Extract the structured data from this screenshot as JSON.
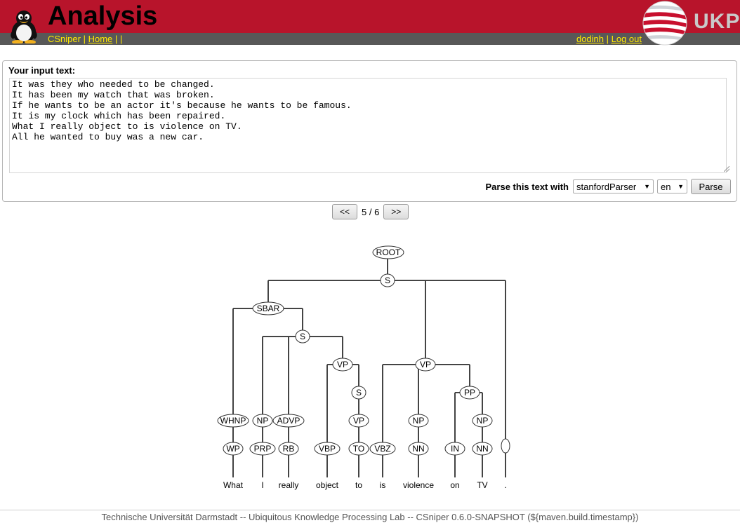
{
  "header": {
    "title": "Analysis",
    "nav": {
      "app": "CSniper",
      "home": "Home",
      "sep1": " | ",
      "sep2": " | |"
    },
    "user": {
      "name": "dodinh",
      "sep": " | ",
      "logout": "Log out"
    },
    "logo_text": "UKP",
    "colors": {
      "banner": "#b8142b",
      "nav_bar": "#585858",
      "link": "#ffea00"
    }
  },
  "input": {
    "label": "Your input text:",
    "value": "It was they who needed to be changed.\nIt has been my watch that was broken.\nIf he wants to be an actor it's because he wants to be famous.\nIt is my clock which has been repaired.\nWhat I really object to is violence on TV.\nAll he wanted to buy was a new car.",
    "parse_label": "Parse this text with",
    "parser": "stanfordParser",
    "language": "en",
    "parse_button": "Parse"
  },
  "pager": {
    "prev": "<<",
    "indicator": "5 / 6",
    "next": ">>"
  },
  "tree": {
    "nodes": [
      {
        "id": "root",
        "label": "ROOT"
      },
      {
        "id": "s1",
        "label": "S"
      },
      {
        "id": "sbar",
        "label": "SBAR"
      },
      {
        "id": "s2",
        "label": "S"
      },
      {
        "id": "vp1",
        "label": "VP"
      },
      {
        "id": "s3",
        "label": "S"
      },
      {
        "id": "vp2",
        "label": "VP"
      },
      {
        "id": "vp3",
        "label": "VP"
      },
      {
        "id": "pp",
        "label": "PP"
      },
      {
        "id": "whnp",
        "label": "WHNP"
      },
      {
        "id": "np1",
        "label": "NP"
      },
      {
        "id": "advp",
        "label": "ADVP"
      },
      {
        "id": "np2",
        "label": "NP"
      },
      {
        "id": "np3",
        "label": "NP"
      },
      {
        "id": "wp",
        "label": "WP"
      },
      {
        "id": "prp",
        "label": "PRP"
      },
      {
        "id": "rb",
        "label": "RB"
      },
      {
        "id": "vbp",
        "label": "VBP"
      },
      {
        "id": "to",
        "label": "TO"
      },
      {
        "id": "vbz",
        "label": "VBZ"
      },
      {
        "id": "nn1",
        "label": "NN"
      },
      {
        "id": "in",
        "label": "IN"
      },
      {
        "id": "nn2",
        "label": "NN"
      },
      {
        "id": "punct",
        "label": ""
      }
    ],
    "words": [
      "What",
      "I",
      "really",
      "object",
      "to",
      "is",
      "violence",
      "on",
      "TV",
      "."
    ]
  },
  "footer": "Technische Universität Darmstadt -- Ubiquitous Knowledge Processing Lab -- CSniper 0.6.0-SNAPSHOT (${maven.build.timestamp})"
}
